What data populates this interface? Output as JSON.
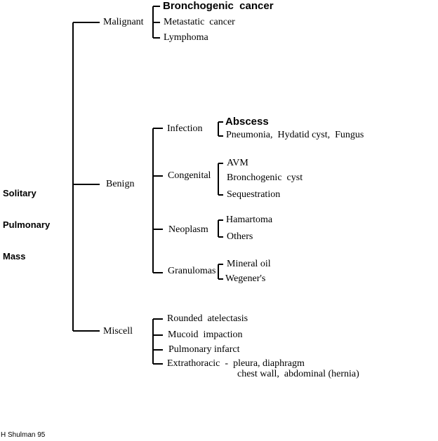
{
  "root": {
    "line1": "Solitary",
    "line2": "Pulmonary",
    "line3": "Mass"
  },
  "malignant": {
    "label": "Malignant",
    "items": [
      "Bronchogenic  cancer",
      "Metastatic  cancer",
      "Lymphoma"
    ]
  },
  "benign": {
    "label": "Benign",
    "infection": {
      "label": "Infection",
      "items": [
        "Abscess",
        "Pneumonia,  Hydatid cyst,  Fungus"
      ]
    },
    "congenital": {
      "label": "Congenital",
      "items": [
        "AVM",
        "Bronchogenic  cyst",
        "Sequestration"
      ]
    },
    "neoplasm": {
      "label": "Neoplasm",
      "items": [
        "Hamartoma",
        "Others"
      ]
    },
    "granulomas": {
      "label": "Granulomas",
      "items": [
        "Mineral oil",
        "Wegener's"
      ]
    }
  },
  "miscell": {
    "label": "Miscell",
    "items": [
      "Rounded  atelectasis",
      "Mucoid  impaction",
      "Pulmonary infarct",
      "Extrathoracic  -  pleura, diaphragm"
    ],
    "extra_line": "chest wall,  abdominal (hernia)"
  },
  "credit": "H Shulman 95"
}
